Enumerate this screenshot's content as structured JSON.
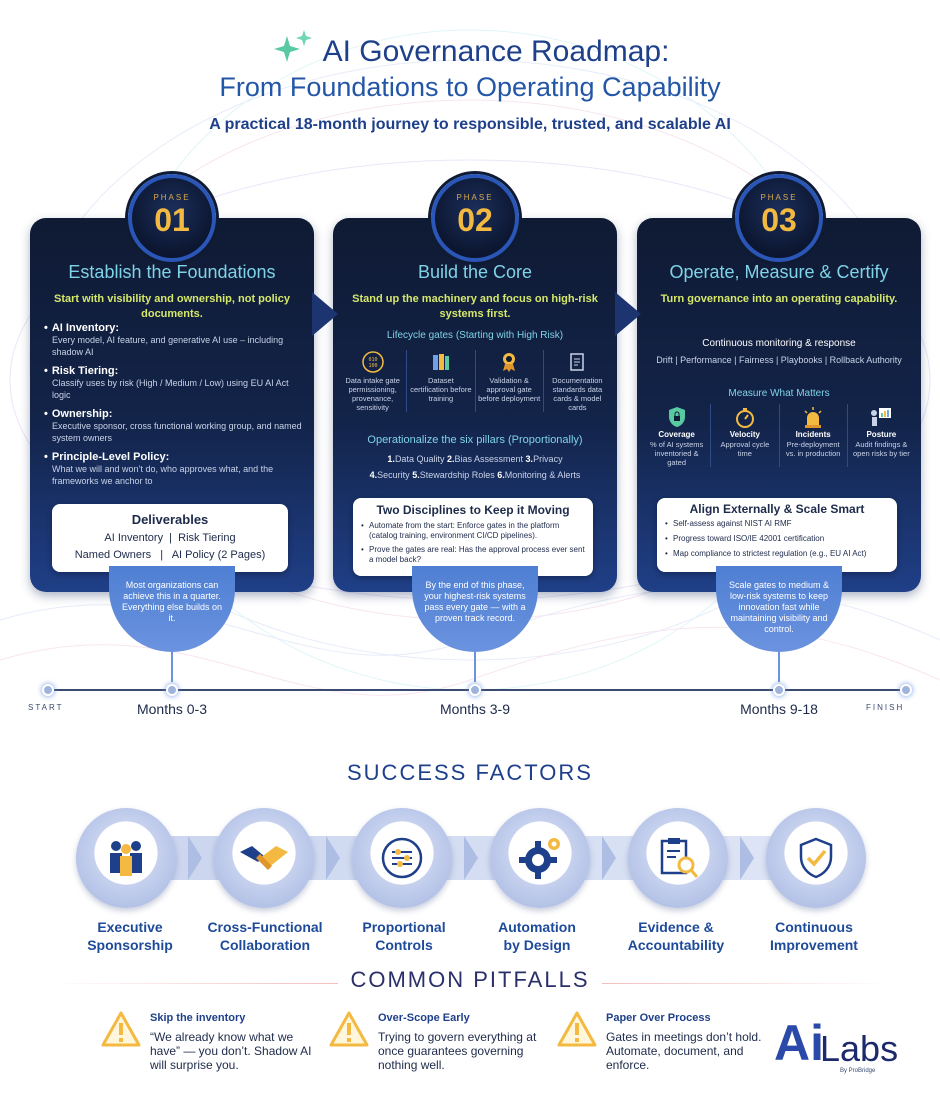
{
  "header": {
    "title": "AI Governance Roadmap:",
    "subtitle": "From Foundations to Operating Capability",
    "tagline": "A practical 18-month journey to responsible, trusted, and scalable AI"
  },
  "phase_label": "PHASE",
  "phases": [
    {
      "number": "01",
      "title": "Establish the Foundations",
      "lead": "Start with visibility and ownership, not policy documents.",
      "bullets": [
        {
          "heading": "AI Inventory:",
          "text": "Every model, AI feature, and generative AI use – including shadow AI"
        },
        {
          "heading": "Risk Tiering:",
          "text": "Classify uses by risk (High / Medium / Low) using EU AI Act logic"
        },
        {
          "heading": "Ownership:",
          "text": "Executive sponsor, cross functional working group, and named system owners"
        },
        {
          "heading": "Principle-Level Policy:",
          "text": "What we will and won’t do, who approves what, and the frameworks we anchor to"
        }
      ],
      "deliverables_title": "Deliverables",
      "deliverables_line1": "AI Inventory  |  Risk Tiering",
      "deliverables_line2": "Named Owners   |   AI Policy (2 Pages)",
      "callout": "Most organizations can achieve this in a quarter. Everything else builds on it.",
      "months": "Months 0-3"
    },
    {
      "number": "02",
      "title": "Build the Core",
      "lead": "Stand up the machinery and focus on high-risk systems first.",
      "gates_title": "Lifecycle gates (Starting with High Risk)",
      "gates": [
        "Data intake gate permissioning, provenance, sensitivity",
        "Dataset certification before training",
        "Validation & approval gate before deployment",
        "Documentation standards data cards & model cards"
      ],
      "pillars_title": "Operationalize the six pillars (Proportionally)",
      "pillars_line1": [
        {
          "n": "1.",
          "t": "Data Quality"
        },
        {
          "n": "2.",
          "t": "Bias Assessment"
        },
        {
          "n": "3.",
          "t": "Privacy"
        }
      ],
      "pillars_line2": [
        {
          "n": "4.",
          "t": "Security"
        },
        {
          "n": "5.",
          "t": "Stewardship Roles"
        },
        {
          "n": "6.",
          "t": "Monitoring & Alerts"
        }
      ],
      "disciplines_title": "Two Disciplines to Keep it Moving",
      "disciplines": [
        "Automate from the start: Enforce gates in the platform (catalog training, environment CI/CD pipelines).",
        "Prove the gates are real: Has the approval process ever sent a model back?"
      ],
      "callout": "By the end of this phase, your highest-risk systems pass every gate — with a proven track record.",
      "months": "Months 3-9"
    },
    {
      "number": "03",
      "title": "Operate, Measure & Certify",
      "lead": "Turn governance into an operating capability.",
      "monitor_title": "Continuous monitoring & response",
      "monitor_items": "Drift | Performance | Fairness | Playbooks | Rollback Authority",
      "measure_title": "Measure What Matters",
      "metrics": [
        {
          "name": "Coverage",
          "text": "% of AI systems inventoried & gated"
        },
        {
          "name": "Velocity",
          "text": "Approval cycle time"
        },
        {
          "name": "Incidents",
          "text": "Pre-deployment vs. in production"
        },
        {
          "name": "Posture",
          "text": "Audit findings & open risks by tier"
        }
      ],
      "align_title": "Align Externally & Scale Smart",
      "align_items": [
        "Self-assess against NIST AI RMF",
        "Progress toward ISO/IE 42001 certification",
        "Map compliance to strictest regulation (e.g., EU AI Act)"
      ],
      "callout": "Scale gates to medium & low-risk systems to keep innovation fast while maintaining visibility and control.",
      "months": "Months 9-18"
    }
  ],
  "timeline": {
    "start": "START",
    "finish": "FINISH"
  },
  "success_factors": {
    "title": "SUCCESS FACTORS",
    "items": [
      {
        "line1": "Executive",
        "line2": "Sponsorship",
        "icon": "people-icon"
      },
      {
        "line1": "Cross-Functional",
        "line2": "Collaboration",
        "icon": "handshake-icon"
      },
      {
        "line1": "Proportional",
        "line2": "Controls",
        "icon": "sliders-icon"
      },
      {
        "line1": "Automation",
        "line2": "by Design",
        "icon": "gear-icon"
      },
      {
        "line1": "Evidence &",
        "line2": "Accountability",
        "icon": "clipboard-search-icon"
      },
      {
        "line1": "Continuous",
        "line2": "Improvement",
        "icon": "shield-check-icon"
      }
    ]
  },
  "pitfalls": {
    "title": "COMMON PITFALLS",
    "items": [
      {
        "heading": "Skip the inventory",
        "text": "“We already know what we have” — you don’t. Shadow AI will surprise you."
      },
      {
        "heading": "Over-Scope Early",
        "text": "Trying to govern everything at once guarantees governing nothing well."
      },
      {
        "heading": "Paper Over Process",
        "text": "Gates in meetings don’t hold. Automate, document, and enforce."
      }
    ]
  },
  "logo": {
    "mark": "Ai",
    "text": "Labs",
    "byline": "By ProBridge"
  },
  "colors": {
    "navy": "#0f1a33",
    "accent_gold": "#f3b941",
    "lime": "#d6e86a",
    "cyan": "#7fd3e8",
    "blue": "#1e3f8a"
  }
}
